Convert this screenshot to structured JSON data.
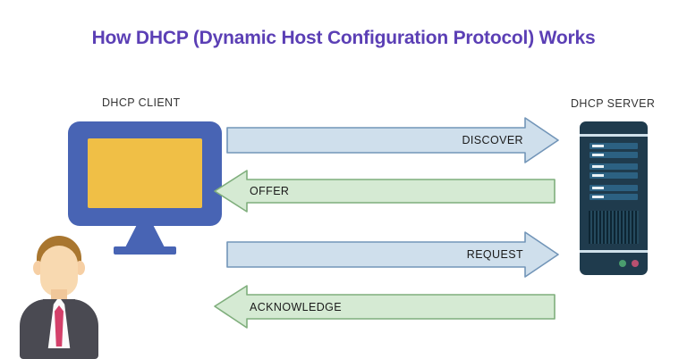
{
  "page": {
    "title": "How DHCP (Dynamic Host Configuration Protocol) Works",
    "title_color": "#5b3fb5",
    "background_color": "#ffffff"
  },
  "nodes": {
    "client": {
      "label": "DHCP CLIENT",
      "icon": "desktop-monitor-icon",
      "monitor_frame_color": "#4864b4",
      "monitor_screen_color": "#f0bf46",
      "avatar_icon": "user-avatar-icon"
    },
    "server": {
      "label": "DHCP SERVER",
      "icon": "server-tower-icon",
      "body_color": "#1f3b4d",
      "bay_color": "#2c6182",
      "led_green_color": "#4a9d6e",
      "led_red_color": "#b85070",
      "bay_count": 6
    }
  },
  "messages": [
    {
      "label": "DISCOVER",
      "direction": "right",
      "from": "client",
      "to": "server",
      "fill": "#cfdfec",
      "stroke": "#7295b8"
    },
    {
      "label": "OFFER",
      "direction": "left",
      "from": "server",
      "to": "client",
      "fill": "#d5ead3",
      "stroke": "#7fae7c"
    },
    {
      "label": "REQUEST",
      "direction": "right",
      "from": "client",
      "to": "server",
      "fill": "#cfdfec",
      "stroke": "#7295b8"
    },
    {
      "label": "ACKNOWLEDGE",
      "direction": "left",
      "from": "server",
      "to": "client",
      "fill": "#d5ead3",
      "stroke": "#7fae7c"
    }
  ]
}
